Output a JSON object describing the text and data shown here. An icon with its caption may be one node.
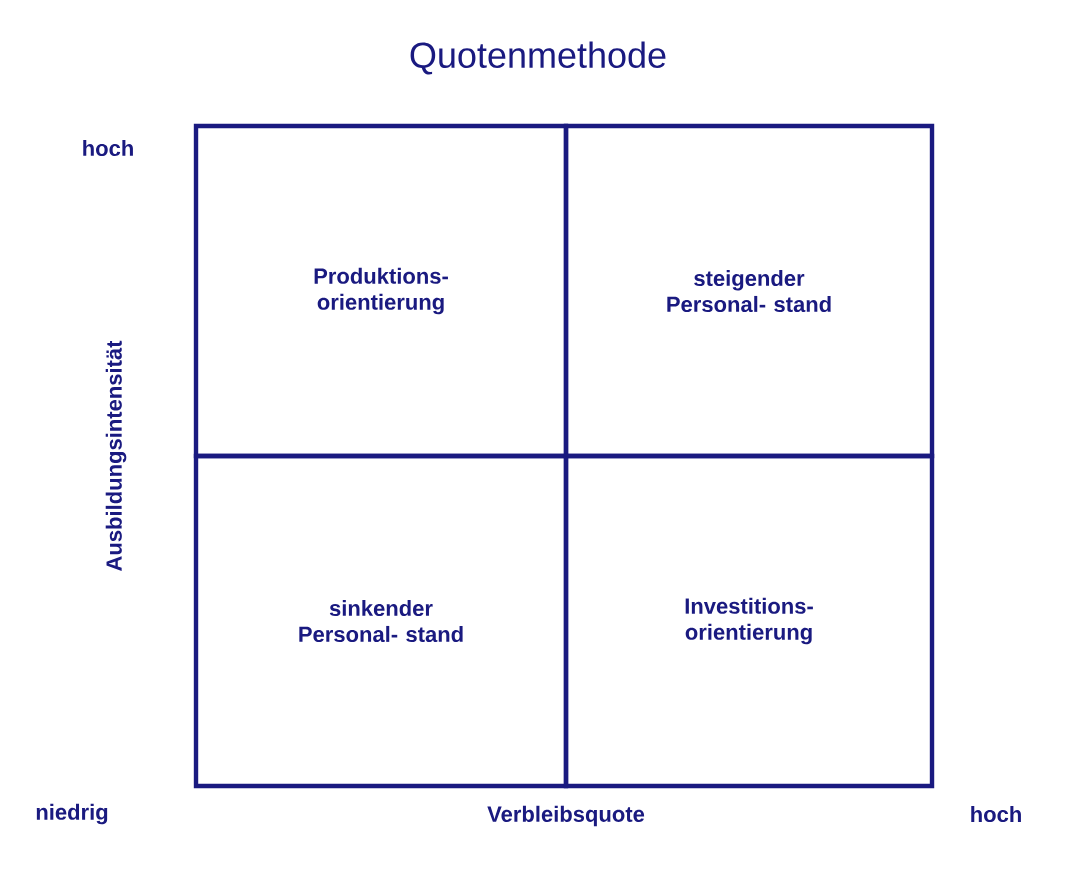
{
  "diagram": {
    "title": "Quotenmethode",
    "nodes": [
      {
        "text": [
          "Produktions- orientierung"
        ]
      },
      {
        "text": [
          "steigender Personal- stand"
        ]
      },
      {
        "text": [
          "sinkender Personal- stand"
        ]
      },
      {
        "text": [
          "Investitions- orientierung"
        ]
      }
    ],
    "labels": [
      "hoch",
      "Ausbildungsintensität",
      "niedrig",
      "Verbleibsquote",
      "hoch"
    ]
  }
}
